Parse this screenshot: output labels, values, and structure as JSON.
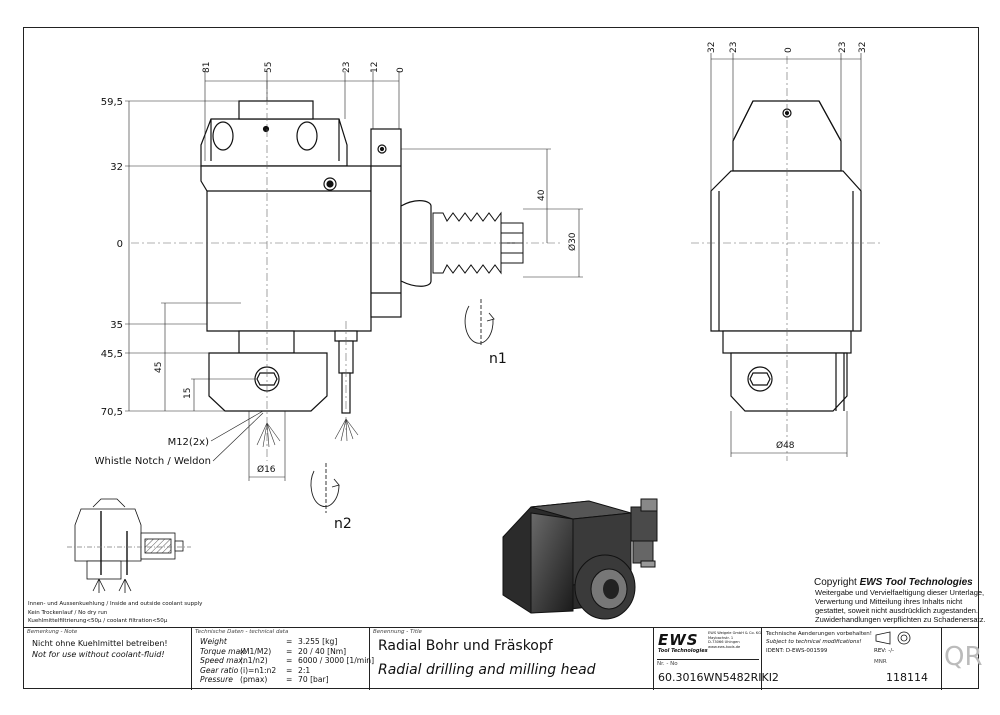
{
  "dims": {
    "top_front": [
      "81",
      "55",
      "23",
      "12",
      "0"
    ],
    "left_front": [
      "59,5",
      "32",
      "0",
      "35",
      "45,5",
      "70,5"
    ],
    "inner_front": [
      "45",
      "15"
    ],
    "side_front": [
      "40",
      "Ø30"
    ],
    "top_side": [
      "32",
      "23",
      "0",
      "23",
      "32"
    ],
    "bottom_labels": {
      "d16": "Ø16",
      "d48": "Ø48"
    },
    "rotations": {
      "n1": "n1",
      "n2": "n2"
    },
    "callouts": {
      "m12": "M12(2x)",
      "whistle": "Whistle Notch / Weldon"
    }
  },
  "coolant_note": [
    "Innen- und Aussenkuehlung / Inside and outside coolant supply",
    "Kein Trockenlauf / No dry run",
    "Kuehlmittelfiltrierung<50µ / coolant filtration<50µ"
  ],
  "copyright": {
    "title_prefix": "Copyright ",
    "brand": "EWS Tool Technologies",
    "lines": [
      "Weitergabe und Vervielfaeltigung dieser Unterlage,",
      "Verwertung und Mitteilung ihres Inhalts nicht",
      "gestattet, soweit nicht ausdrücklich zugestanden.",
      "Zuwiderhandlungen verpflichten zu Schadenersatz."
    ]
  },
  "title_block": {
    "note_header": "Bemerkung - Note",
    "note_de": "Nicht ohne Kuehlmittel betreiben!",
    "note_en": "Not for use without coolant-fluid!",
    "tech_header": "Technische Daten - technical data",
    "tech_rows": [
      {
        "label": "Weight",
        "sym": "",
        "eq": "=",
        "value": "3.255 [kg]"
      },
      {
        "label": "Torque max.",
        "sym": "(M1/M2)",
        "eq": "=",
        "value": "20 / 40 [Nm]"
      },
      {
        "label": "Speed max.",
        "sym": "(n1/n2)",
        "eq": "=",
        "value": "6000 / 3000 [1/min]"
      },
      {
        "label": "Gear ratio",
        "sym": "(i)=n1:n2",
        "eq": "=",
        "value": "2:1"
      },
      {
        "label": "Pressure",
        "sym": "(pmax)",
        "eq": "=",
        "value": "70 [bar]"
      }
    ],
    "title_header": "Benennung - Title",
    "title_de": "Radial Bohr und Fräskopf",
    "title_en": "Radial drilling and milling head",
    "logo": "EWS",
    "logo_sub": "Tool Technologies",
    "company_lines": [
      "EWS Weigele GmbH & Co. KG",
      "Maybachstr. 1",
      "D-73066 Uhingen",
      "www.ews-tools.de"
    ],
    "changes_de": "Technische Aenderungen vorbehalten!",
    "changes_en": "Subject to technical modifications!",
    "ident_label": "IDENT:",
    "ident_value": "D-EWS-001599",
    "rev_label": "REV:",
    "rev_value": "-/-",
    "nr_label": "Nr. - No",
    "part_no": "60.3016WN5482RIKI2",
    "mnr_label": "MNR",
    "mnr": "118114",
    "qr": "QR"
  }
}
